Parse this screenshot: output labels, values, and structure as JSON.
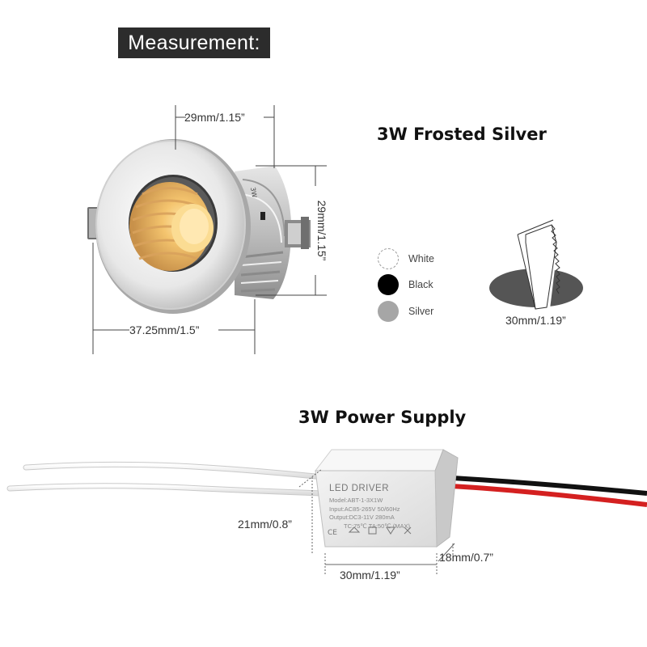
{
  "header": {
    "title": "Measurement:"
  },
  "product": {
    "title": "3W Frosted Silver",
    "dimensions": {
      "top_width": "29mm/1.15”",
      "height": "29mm/1.15”",
      "bottom_width": "37.25mm/1.5”"
    },
    "housing_label": "3W"
  },
  "colors": {
    "options": [
      {
        "label": "White",
        "hex": "#ffffff"
      },
      {
        "label": "Black",
        "hex": "#000000"
      },
      {
        "label": "Silver",
        "hex": "#a6a6a6"
      }
    ]
  },
  "cutout": {
    "label": "30mm/1.19”"
  },
  "power_supply": {
    "title": "3W Power Supply",
    "box_title": "LED DRIVER",
    "spec_lines": [
      "Model:ABT-1-3X1W",
      "Input:AC85-265V 50/60Hz",
      "Output:DC3-11V   280mA",
      "TC:75℃  TA:50℃  (MAX)"
    ],
    "dimensions": {
      "height": "21mm/0.8”",
      "depth": "18mm/0.7”",
      "width": "30mm/1.19”"
    },
    "wire_colors": {
      "red": "#d42020",
      "black": "#111111"
    }
  }
}
